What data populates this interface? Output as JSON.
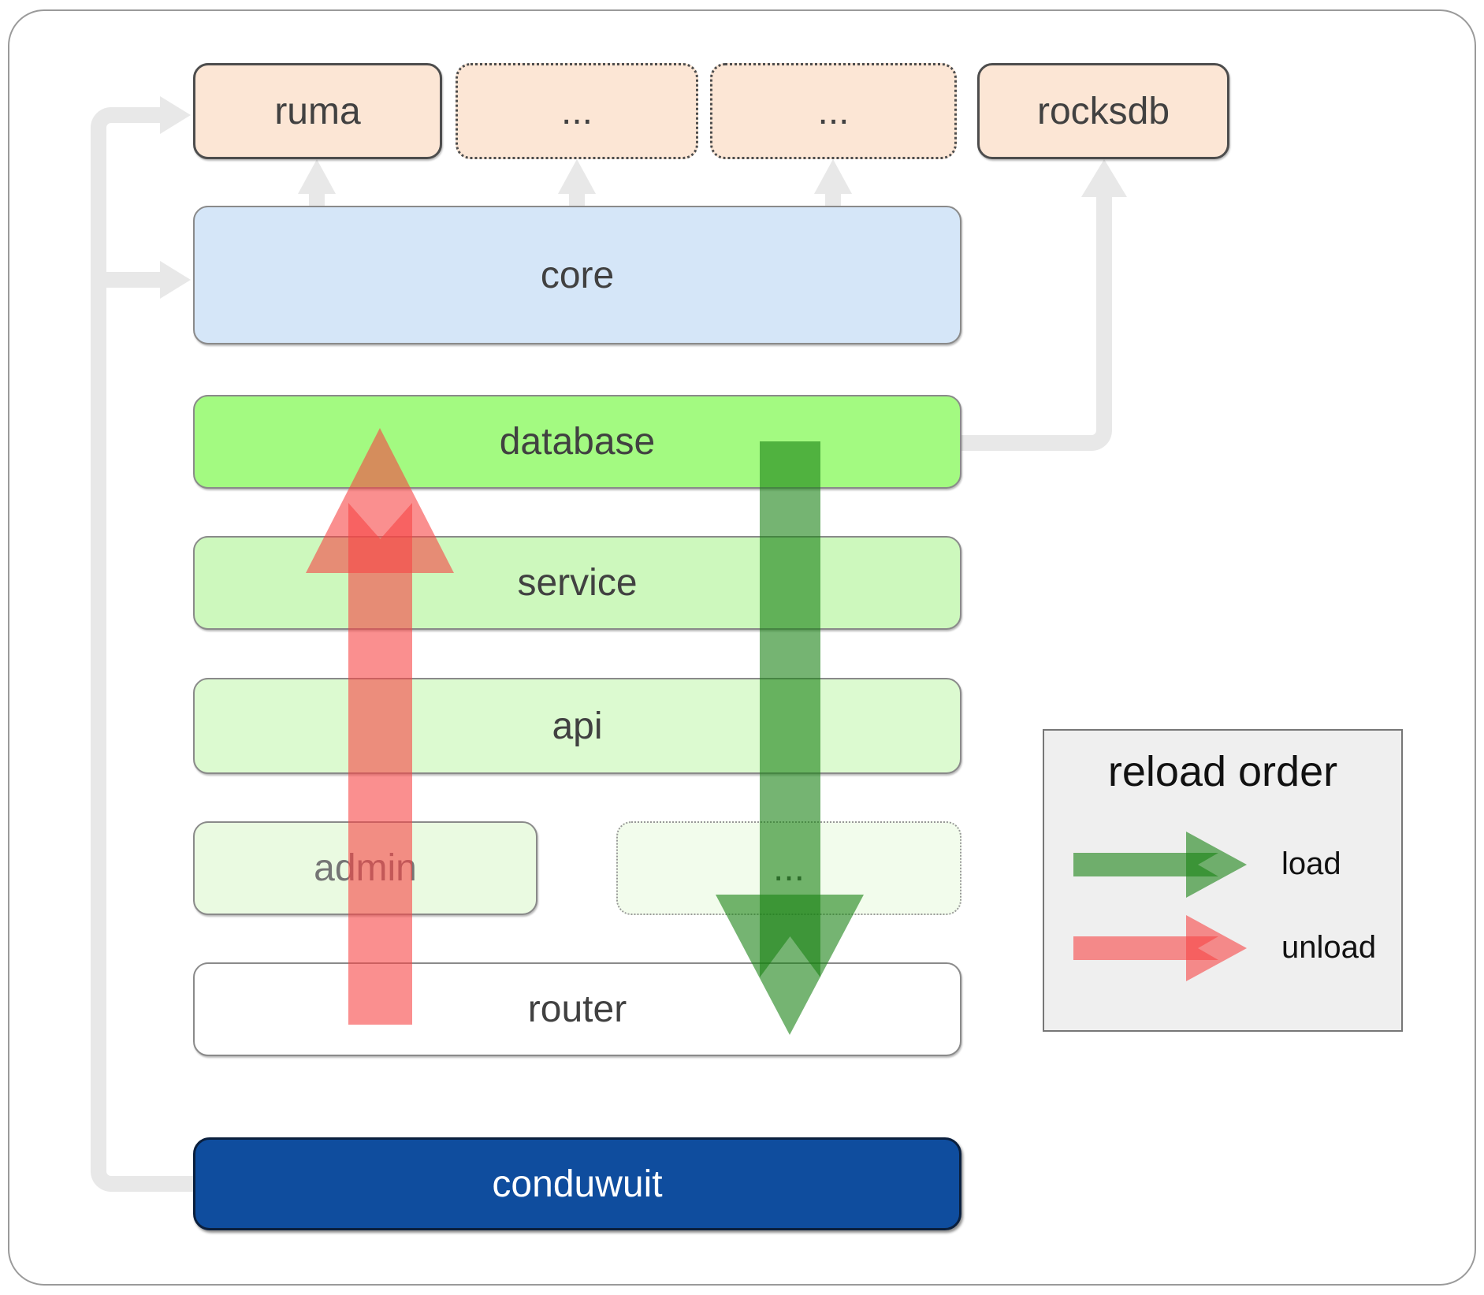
{
  "diagram": {
    "top_row": [
      {
        "label": "ruma",
        "style": "solid"
      },
      {
        "label": "...",
        "style": "dotted"
      },
      {
        "label": "...",
        "style": "dotted"
      },
      {
        "label": "rocksdb",
        "style": "solid"
      }
    ],
    "layers": [
      {
        "label": "core"
      },
      {
        "label": "database"
      },
      {
        "label": "service"
      },
      {
        "label": "api"
      },
      {
        "label": "router"
      }
    ],
    "admin_row": [
      {
        "label": "admin",
        "style": "solid"
      },
      {
        "label": "...",
        "style": "dotted"
      }
    ],
    "app": {
      "label": "conduwuit"
    }
  },
  "legend": {
    "title": "reload order",
    "items": [
      {
        "label": "load",
        "color": "green"
      },
      {
        "label": "unload",
        "color": "red"
      }
    ]
  },
  "colors": {
    "peach_fill": "#fce6d5",
    "core_fill": "#d5e6f8",
    "database_fill": "#a3fa81",
    "service_fill": "#cdf8bd",
    "api_fill": "#dcfad0",
    "admin_fill": "#eafae1",
    "admin_ext_fill": "#f2fcec",
    "router_fill": "#ffffff",
    "conduwuit_fill": "#0f4d9e",
    "connector_gray": "#e8e8e8",
    "legend_bg": "#efefef",
    "load_arrow": "rgba(25,130,20,0.6)",
    "unload_arrow": "rgba(247,68,68,0.6)"
  }
}
